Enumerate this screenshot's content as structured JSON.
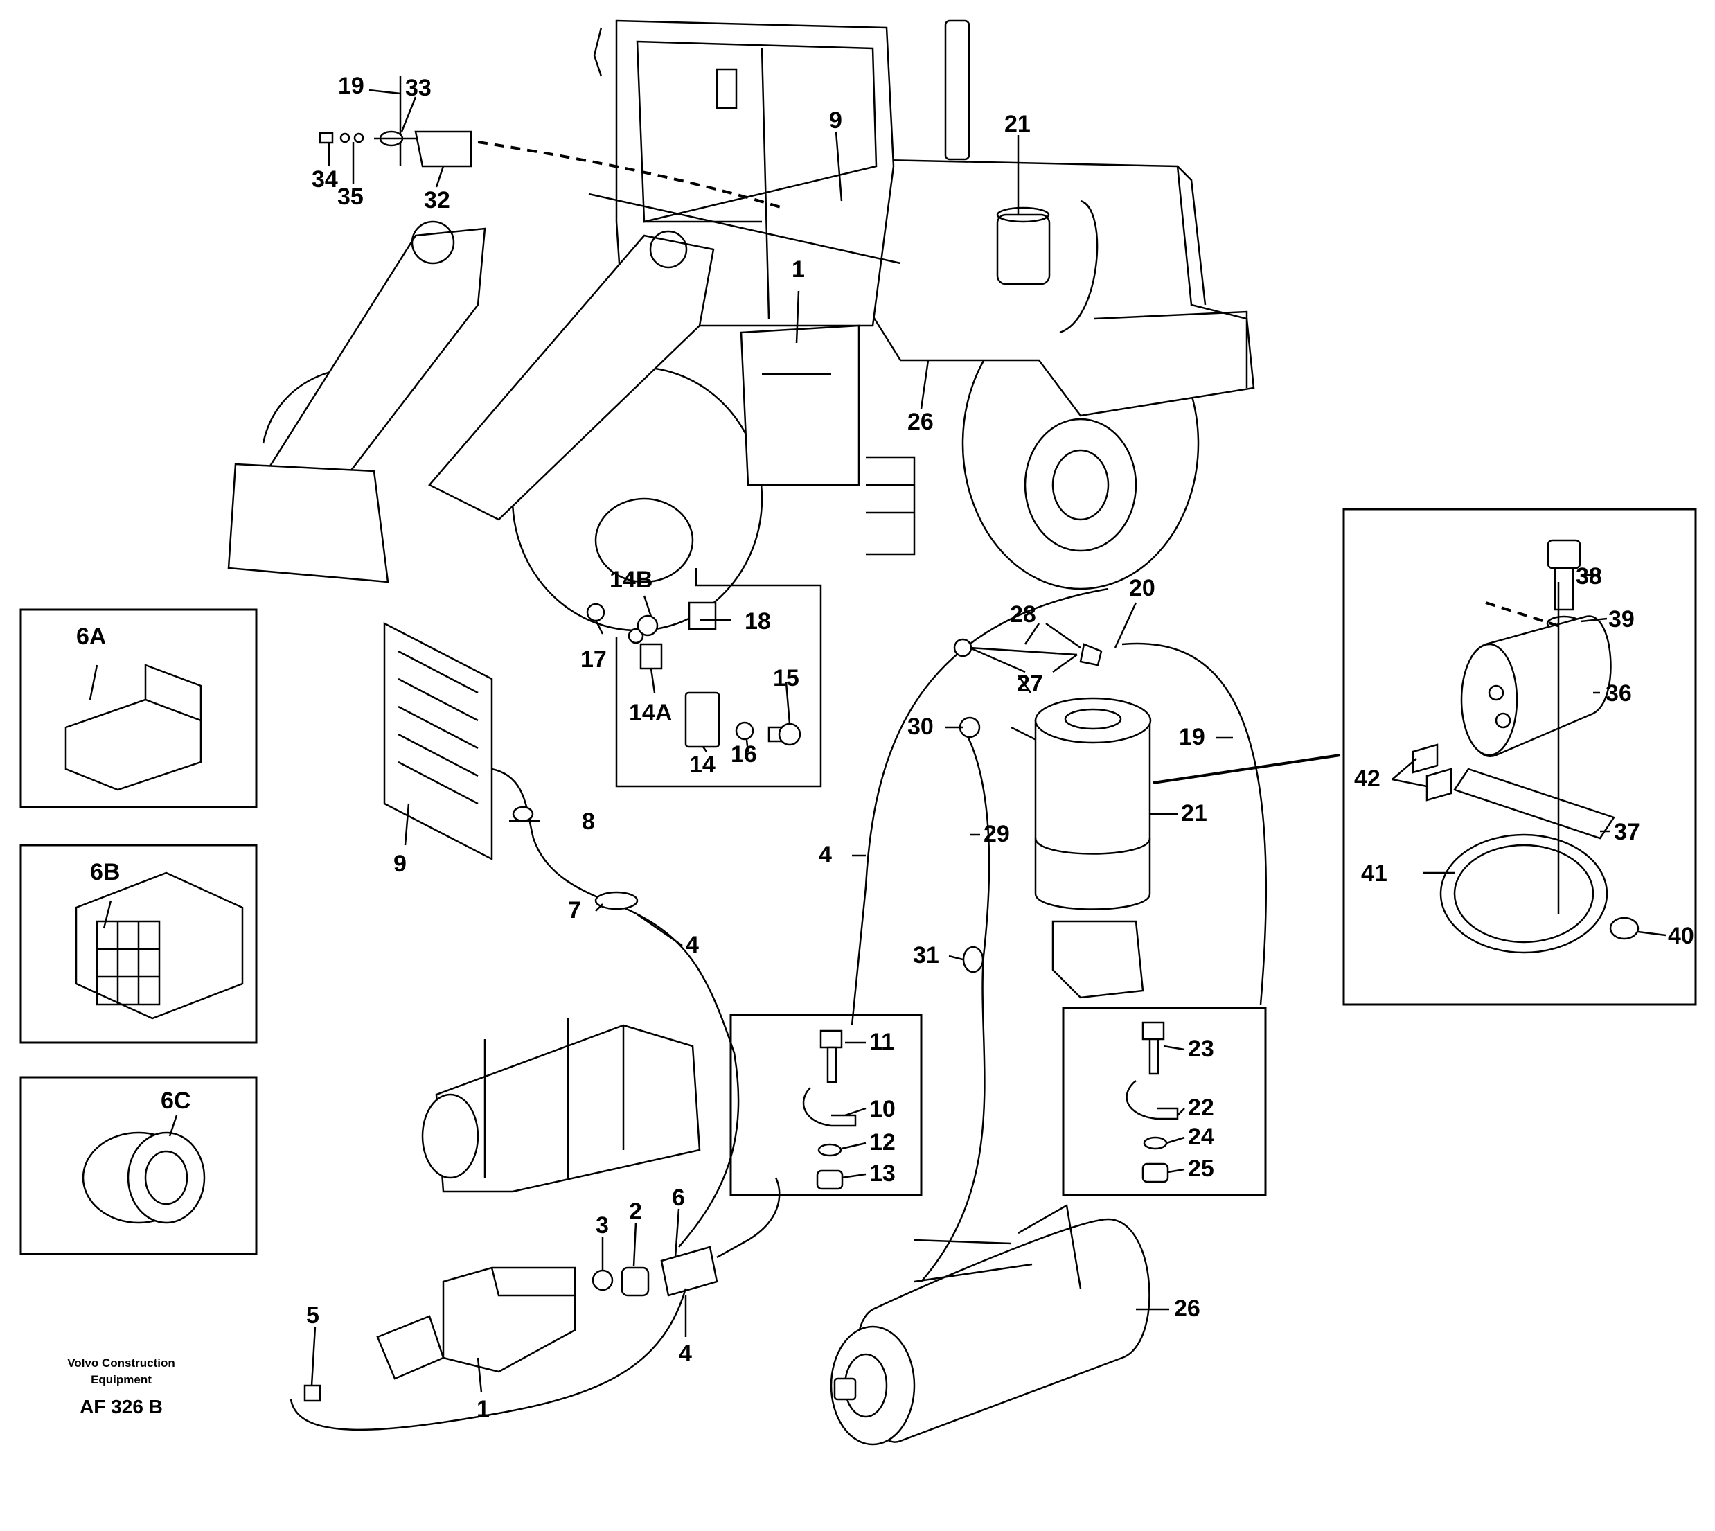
{
  "publisher": {
    "line1": "Volvo Construction",
    "line2": "Equipment",
    "code": "AF 326 B"
  },
  "inset_labels": {
    "connector_6a": "6A",
    "connector_6b": "6B",
    "connector_6c": "6C"
  },
  "callouts": {
    "c1_top": "1",
    "c1_bottom": "1",
    "c2": "2",
    "c3": "3",
    "c4_top": "4",
    "c4_mid": "4",
    "c4_bottom": "4",
    "c5": "5",
    "c6": "6",
    "c7": "7",
    "c8": "8",
    "c9_top": "9",
    "c9_panel": "9",
    "c10": "10",
    "c11": "11",
    "c12": "12",
    "c13": "13",
    "c14": "14",
    "c14a": "14A",
    "c14b": "14B",
    "c15": "15",
    "c16": "16",
    "c17": "17",
    "c18": "18",
    "c19_top": "19",
    "c19_mid": "19",
    "c20": "20",
    "c21_top": "21",
    "c21_mid": "21",
    "c22": "22",
    "c23": "23",
    "c24": "24",
    "c25": "25",
    "c26_top": "26",
    "c26_bottom": "26",
    "c27": "27",
    "c28": "28",
    "c29": "29",
    "c30": "30",
    "c31": "31",
    "c32": "32",
    "c33": "33",
    "c34": "34",
    "c35": "35",
    "c36": "36",
    "c37": "37",
    "c38": "38",
    "c39": "39",
    "c40": "40",
    "c41": "41",
    "c42": "42"
  }
}
